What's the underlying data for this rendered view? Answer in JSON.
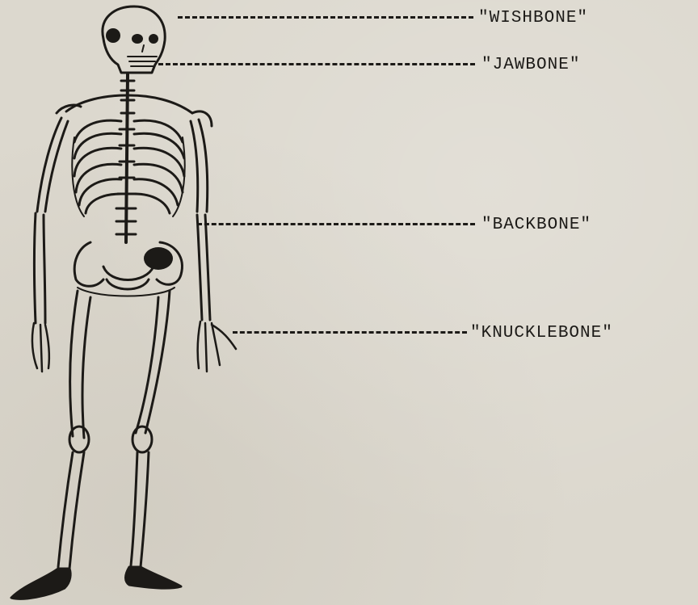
{
  "labels": [
    {
      "id": "wishbone",
      "text": "\"WISHBONE\""
    },
    {
      "id": "jawbone",
      "text": "\"JAWBONE\""
    },
    {
      "id": "backbone",
      "text": "\"BACKBONE\""
    },
    {
      "id": "knucklebone",
      "text": "\"KNUCKLEBONE\""
    }
  ],
  "colors": {
    "ink": "#1c1a17",
    "paper": "#dcd8ce"
  },
  "figure": {
    "icon": "human-skeleton-icon"
  }
}
